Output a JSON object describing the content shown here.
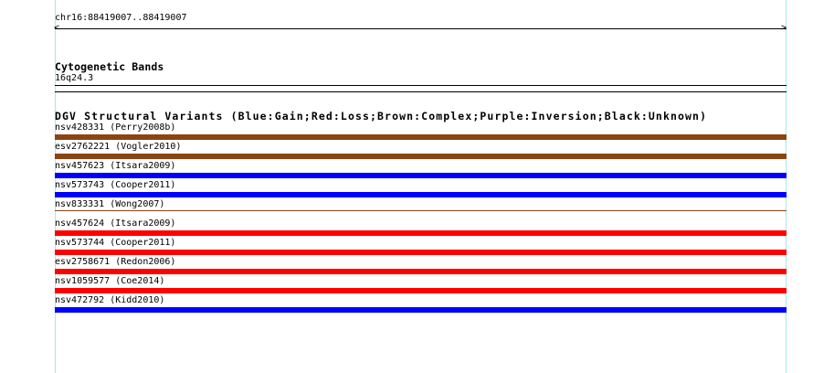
{
  "ruler": {
    "position": "chr16:88419007..88419007"
  },
  "cytoband": {
    "title": "Cytogenetic Bands",
    "band": "16q24.3"
  },
  "dgv": {
    "title": "DGV Structural Variants (Blue:Gain;Red:Loss;Brown:Complex;Purple:Inversion;Black:Unknown)",
    "colors": {
      "gain": "#0000ff",
      "loss": "#ff0000",
      "complex": "#8b4513"
    },
    "variants": [
      {
        "label": "nsv428331 (Perry2008b)",
        "type": "complex"
      },
      {
        "label": "esv2762221 (Vogler2010)",
        "type": "complex"
      },
      {
        "label": "nsv457623 (Itsara2009)",
        "type": "gain"
      },
      {
        "label": "nsv573743 (Cooper2011)",
        "type": "gain"
      },
      {
        "label": "nsv833331 (Wong2007)",
        "type": "complex-thin"
      },
      {
        "label": "nsv457624 (Itsara2009)",
        "type": "loss"
      },
      {
        "label": "nsv573744 (Cooper2011)",
        "type": "loss"
      },
      {
        "label": "esv2758671 (Redon2006)",
        "type": "loss"
      },
      {
        "label": "nsv1059577 (Coe2014)",
        "type": "loss"
      },
      {
        "label": "nsv472792 (Kidd2010)",
        "type": "gain"
      }
    ]
  }
}
